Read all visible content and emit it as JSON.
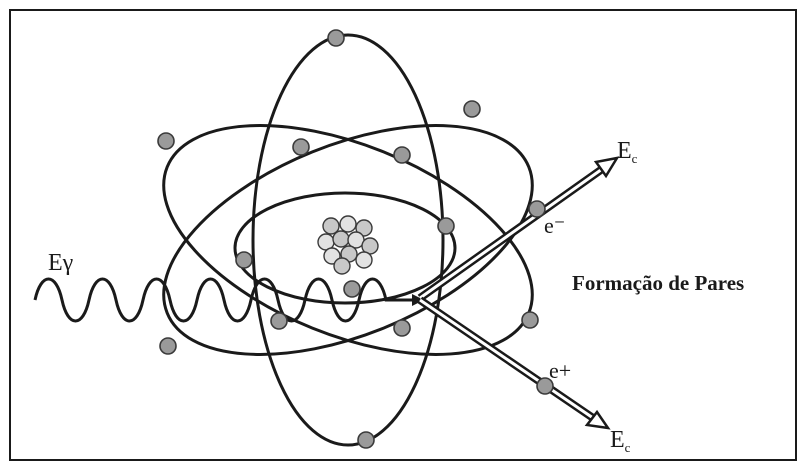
{
  "labels": {
    "photon_energy": "Eγ",
    "electron": "e⁻",
    "positron": "e+",
    "kinetic_energy_top": "E",
    "kinetic_energy_top_sub": "c",
    "kinetic_energy_bottom": "E",
    "kinetic_energy_bottom_sub": "c",
    "process_title": "Formação de Pares"
  },
  "colors": {
    "line": "#1a1a1a",
    "electron_fill": "#9a9a9a",
    "nucleon_fill": "#c8c8c8",
    "background": "#ffffff"
  }
}
